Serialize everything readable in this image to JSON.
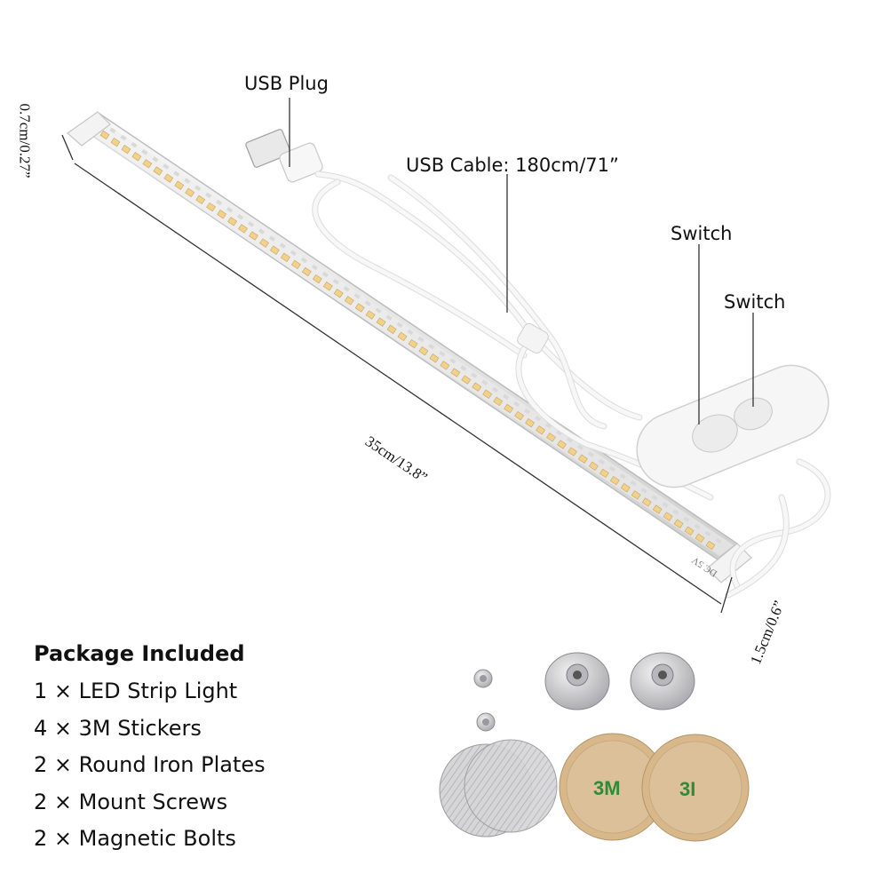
{
  "labels": {
    "usb_plug": "USB Plug",
    "usb_cable": "USB Cable: 180cm/71”",
    "switch_1": "Switch",
    "switch_2": "Switch"
  },
  "dimensions": {
    "height": "0.7cm/0.27”",
    "length": "35cm/13.8”",
    "width": "1.5cm/0.6”"
  },
  "package": {
    "title": "Package Included",
    "items": [
      "1 × LED Strip Light",
      "4 × 3M Stickers",
      "2 × Round Iron Plates",
      "2 × Mount Screws",
      "2 × Magnetic Bolts"
    ]
  },
  "product_marks": {
    "dc": "DC 5V",
    "sticker_brand": "3M",
    "sticker_brand_partial": "3I"
  },
  "colors": {
    "led": "#f2d28a",
    "cable": "#f4f4f4",
    "sticker": "#d8b88a",
    "sticker_text": "#2f8a3a",
    "metal": "#c9c9cc"
  }
}
